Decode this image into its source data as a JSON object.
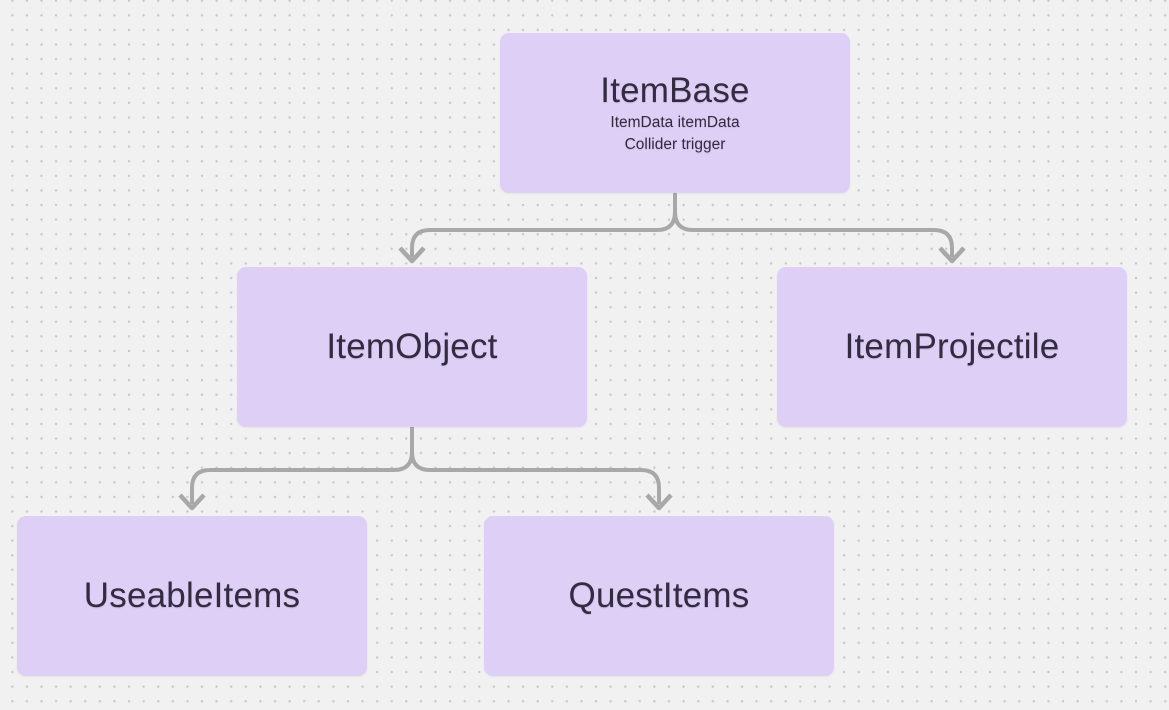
{
  "diagram": {
    "type": "class-hierarchy",
    "nodes": [
      {
        "id": "ItemBase",
        "title": "ItemBase",
        "fields": [
          "ItemData itemData",
          "Collider trigger"
        ]
      },
      {
        "id": "ItemObject",
        "title": "ItemObject",
        "fields": []
      },
      {
        "id": "ItemProjectile",
        "title": "ItemProjectile",
        "fields": []
      },
      {
        "id": "UseableItems",
        "title": "UseableItems",
        "fields": []
      },
      {
        "id": "QuestItems",
        "title": "QuestItems",
        "fields": []
      }
    ],
    "edges": [
      {
        "from": "ItemBase",
        "to": "ItemObject"
      },
      {
        "from": "ItemBase",
        "to": "ItemProjectile"
      },
      {
        "from": "ItemObject",
        "to": "UseableItems"
      },
      {
        "from": "ItemObject",
        "to": "QuestItems"
      }
    ],
    "colors": {
      "canvas-bg": "#f2f1f1",
      "dot": "#c8c8c8",
      "node-fill": "#decff7",
      "node-text": "#332b40",
      "connector": "#a8a8a8"
    }
  }
}
